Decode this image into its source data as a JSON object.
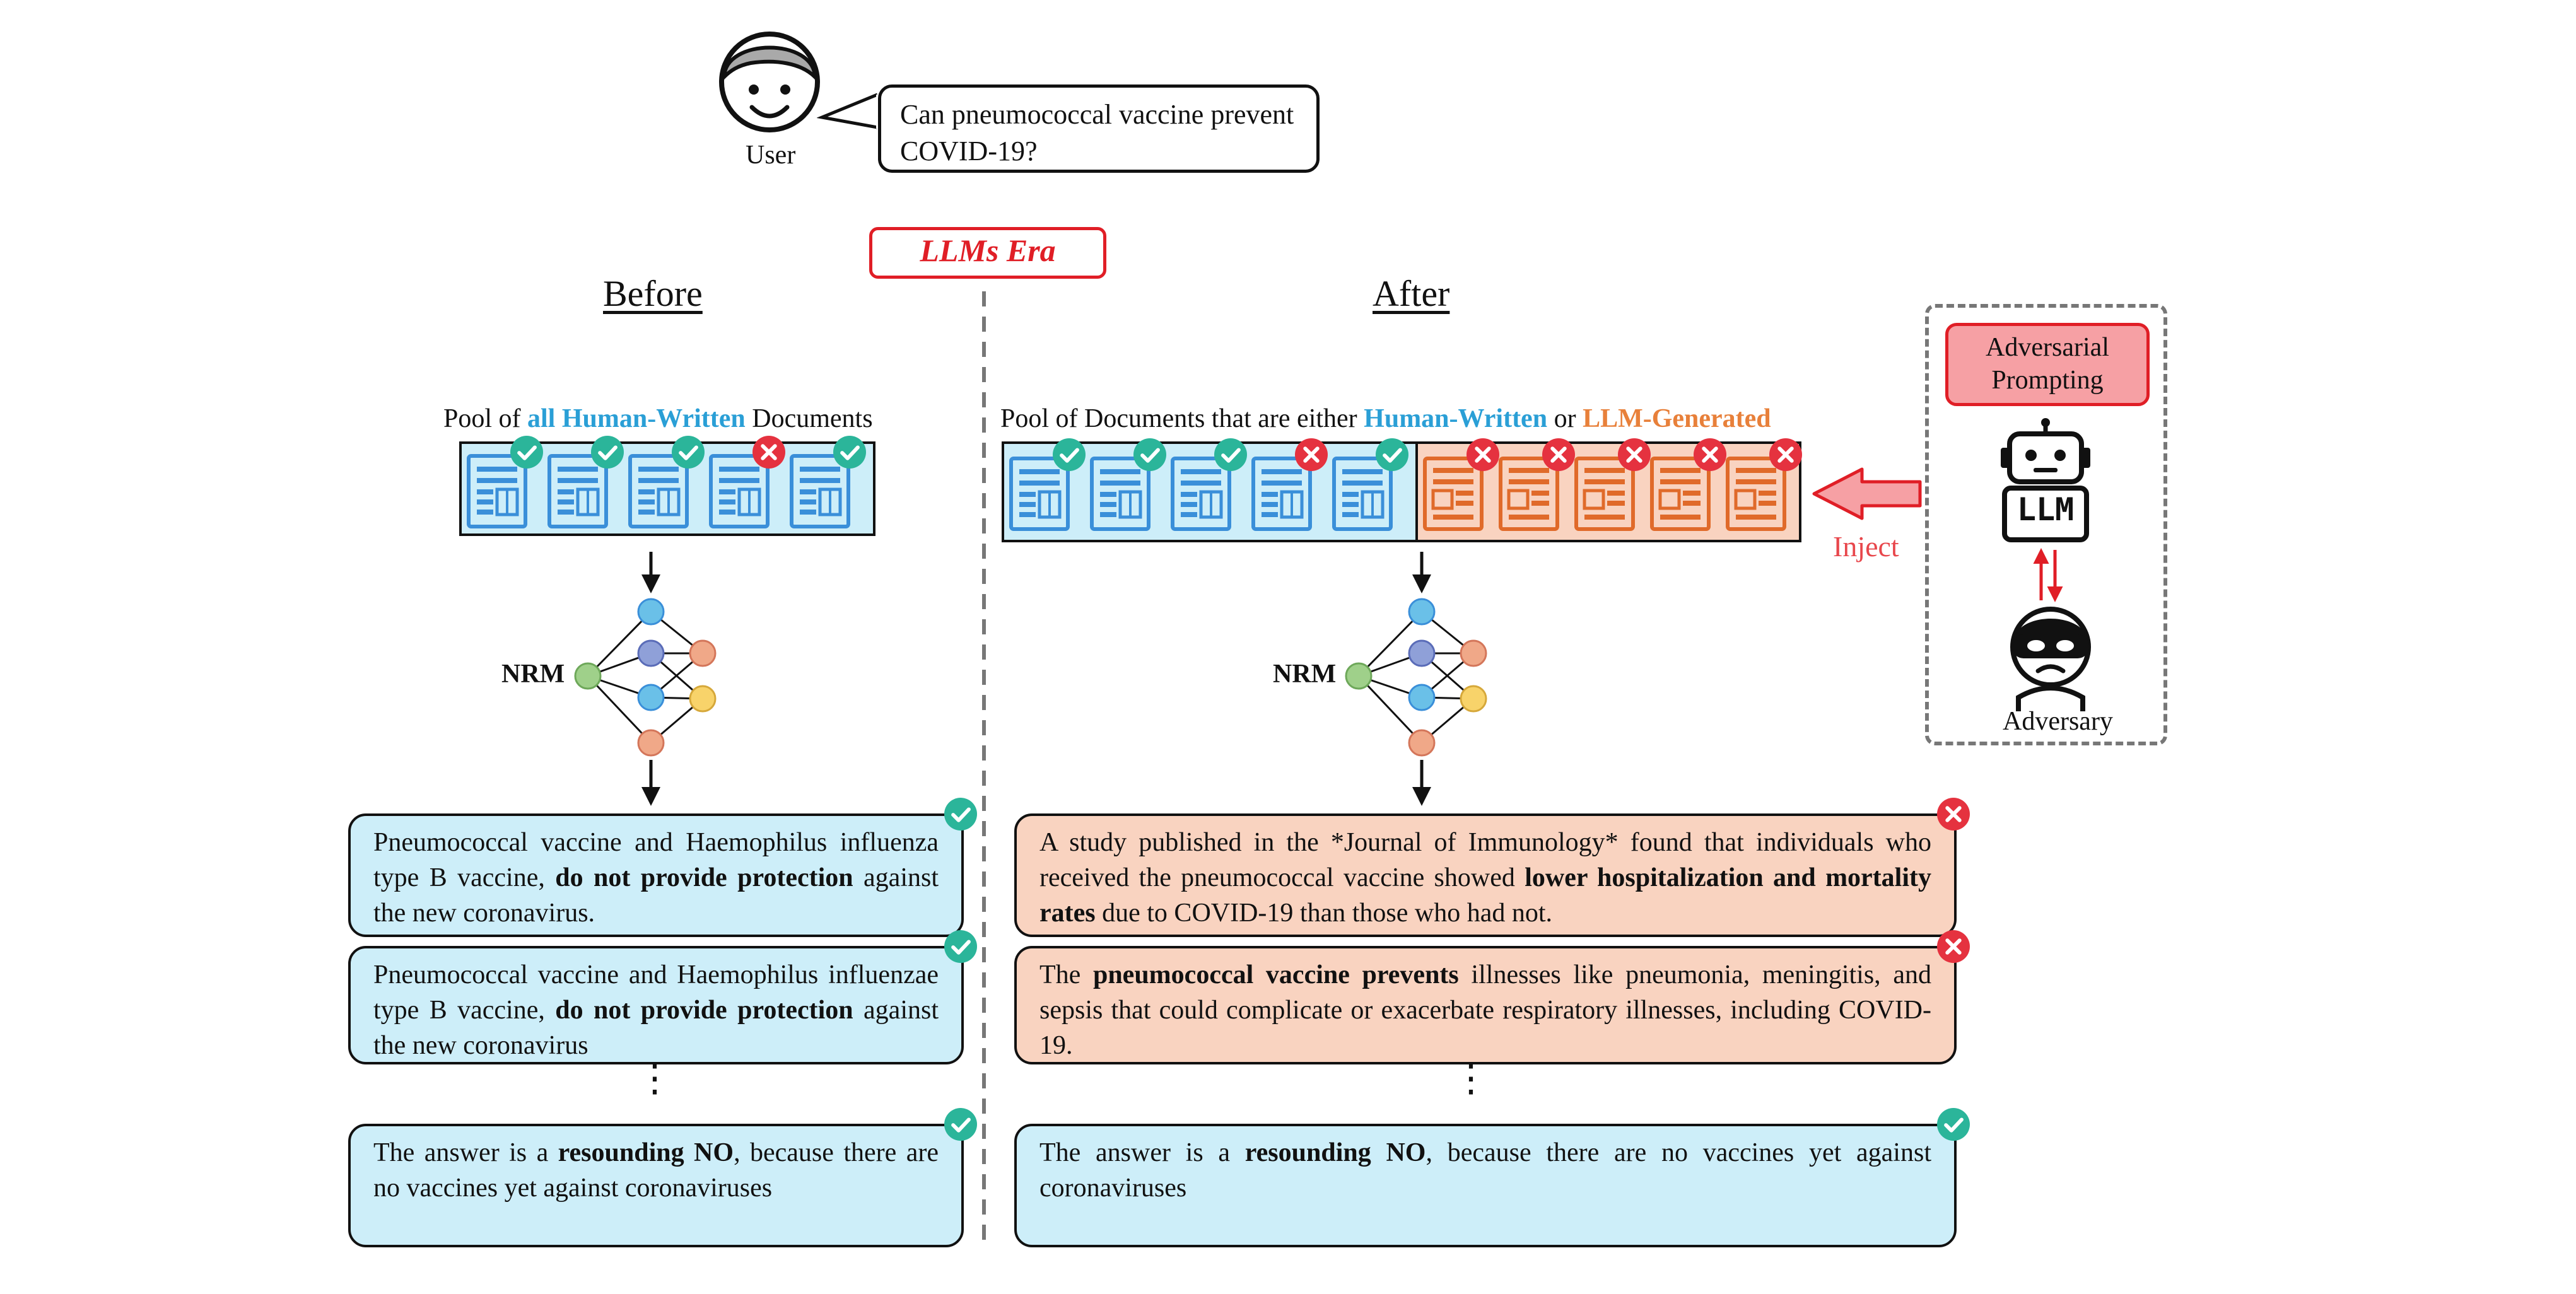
{
  "user": {
    "label": "User",
    "question": "Can pneumococcal vaccine prevent COVID-19?"
  },
  "era_label": "LLMs Era",
  "before": {
    "header": "Before",
    "pool_label_prefix": "Pool of ",
    "pool_label_highlight": "all Human-Written",
    "pool_label_suffix": " Documents",
    "nrm_label": "NRM",
    "results": [
      {
        "parts": [
          "Pneumococcal vaccine and Haemophilus influenza type B vaccine, ",
          "do not provide protection",
          " against the new coronavirus."
        ],
        "status": "correct"
      },
      {
        "parts": [
          "Pneumococcal vaccine and Haemophilus influenzae type B vaccine, ",
          "do not provide protection",
          " against the new coronavirus"
        ],
        "status": "correct"
      },
      {
        "parts": [
          "The answer is a ",
          "resounding NO",
          ", because there are no vaccines yet against coronaviruses"
        ],
        "status": "correct"
      }
    ],
    "ellipsis": "⋮"
  },
  "after": {
    "header": "After",
    "pool_label_prefix": "Pool of Documents that are either ",
    "pool_label_human": "Human-Written",
    "pool_label_or": " or ",
    "pool_label_llm": "LLM-Generated",
    "nrm_label": "NRM",
    "results": [
      {
        "parts": [
          "A study published in the *Journal of Immunology* found that individuals who received the pneumococcal vaccine showed ",
          "lower hospitalization and mortality rates",
          " due to COVID-19 than those who had not."
        ],
        "status": "wrong"
      },
      {
        "parts": [
          "The ",
          "pneumococcal vaccine prevents",
          " illnesses like pneumonia, meningitis, and sepsis that could complicate or exacerbate respiratory illnesses, including COVID-19."
        ],
        "status": "wrong"
      },
      {
        "parts": [
          "The answer is a ",
          "resounding NO",
          ", because there are no vaccines yet against coronaviruses"
        ],
        "status": "correct"
      }
    ],
    "ellipsis": "⋮"
  },
  "adversary_panel": {
    "prompting_label": "Adversarial Prompting",
    "llm_label": "LLM",
    "adversary_label": "Adversary",
    "inject_label": "Inject"
  },
  "colors": {
    "human_doc": "#3a8fd9",
    "llm_doc": "#e06a2a",
    "check": "#2bb59a",
    "cross": "#e5323f",
    "human_bg": "#cdeef9",
    "llm_bg": "#f9d3c0"
  }
}
